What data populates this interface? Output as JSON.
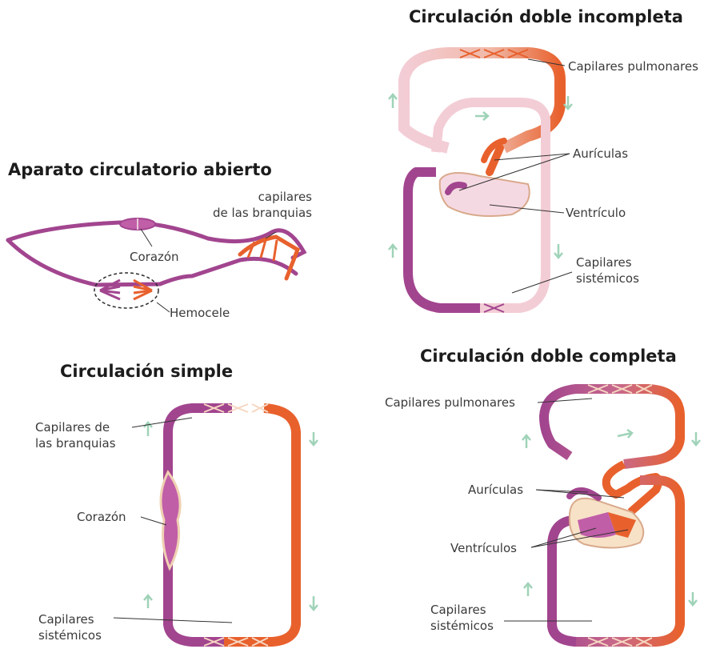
{
  "open": {
    "title": "Aparato circulatorio abierto",
    "gill_capillaries_1": "capilares",
    "gill_capillaries_2": "de las branquias",
    "heart": "Corazón",
    "hemocele": "Hemocele"
  },
  "incomplete": {
    "title": "Circulación doble incompleta",
    "pulmonary": "Capilares pulmonares",
    "atria": "Aurículas",
    "ventricle": "Ventrículo",
    "systemic_1": "Capilares",
    "systemic_2": "sistémicos"
  },
  "simple": {
    "title": "Circulación simple",
    "gills_1": "Capilares de",
    "gills_2": "las branquias",
    "heart": "Corazón",
    "systemic_1": "Capilares",
    "systemic_2": "sistémicos"
  },
  "complete": {
    "title": "Circulación doble completa",
    "pulmonary": "Capilares pulmonares",
    "atria": "Aurículas",
    "ventricles": "Ventrículos",
    "systemic_1": "Capilares",
    "systemic_2": "sistémicos"
  },
  "colors": {
    "venous": "#a2458f",
    "arterial": "#e8612d",
    "mixed": "#f3cdd6",
    "arrow": "#9fd3b8",
    "leader": "#333333"
  }
}
